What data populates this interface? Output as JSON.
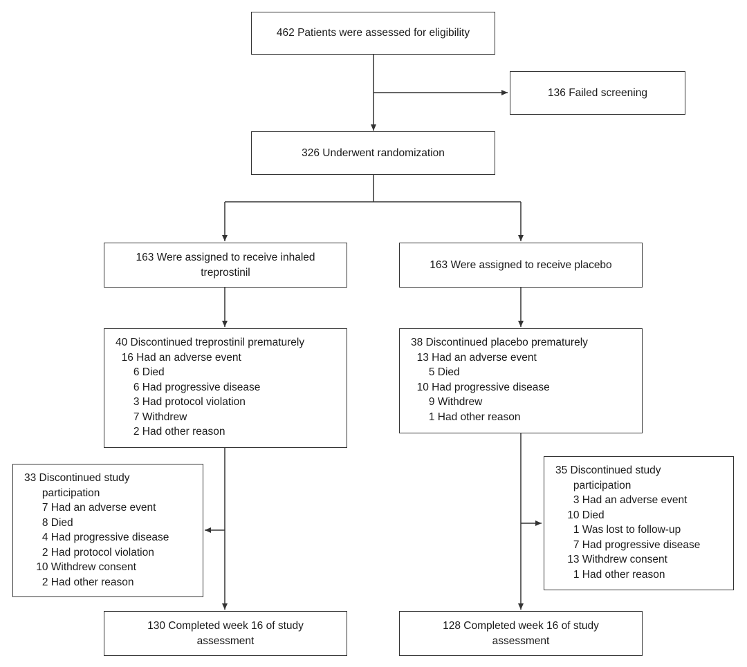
{
  "screening": {
    "assessed": "462 Patients were assessed for eligibility",
    "failed": "136 Failed screening",
    "randomized": "326 Underwent randomization"
  },
  "treprostinil_arm": {
    "assigned": [
      "163 Were assigned to receive inhaled",
      "treprostinil"
    ],
    "discontinued_drug": [
      "40 Discontinued treprostinil prematurely",
      "  16 Had an adverse event",
      "      6 Died",
      "      6 Had progressive disease",
      "      3 Had protocol violation",
      "      7 Withdrew",
      "      2 Had other reason"
    ],
    "discontinued_study": [
      "33 Discontinued study",
      "      participation",
      "      7 Had an adverse event",
      "      8 Died",
      "      4 Had progressive disease",
      "      2 Had protocol violation",
      "    10 Withdrew consent",
      "      2 Had other reason"
    ],
    "completed": [
      "130 Completed week 16 of study",
      "assessment"
    ]
  },
  "placebo_arm": {
    "assigned": [
      "163 Were assigned to receive placebo"
    ],
    "discontinued_drug": [
      "38 Discontinued placebo prematurely",
      "  13 Had an adverse event",
      "      5 Died",
      "  10 Had progressive disease",
      "      9 Withdrew",
      "      1 Had other reason"
    ],
    "discontinued_study": [
      "35 Discontinued study",
      "      participation",
      "      3 Had an adverse event",
      "    10 Died",
      "      1 Was lost to follow-up",
      "      7 Had progressive disease",
      "    13 Withdrew consent",
      "      1 Had other reason"
    ],
    "completed": [
      "128 Completed week 16 of study",
      "assessment"
    ]
  },
  "colors": {
    "line": "#333333",
    "text": "#1a1a1a",
    "background": "#ffffff"
  }
}
